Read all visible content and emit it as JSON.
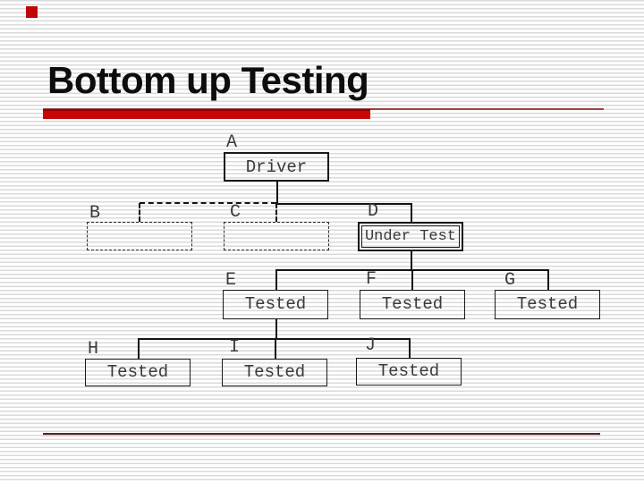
{
  "slide": {
    "title": "Bottom up Testing",
    "colors": {
      "bullet_red": "#c00606",
      "underline_thick_red": "#c90606",
      "underline_thick_red_edge": "#8f0000",
      "underline_thin_red": "#a04040",
      "footer_rule_dark": "#4e262e",
      "footer_rule_pink": "#e9c6c6",
      "background_stripe_gray": "#dadada",
      "diagram_ink": "#3a3a3a"
    }
  },
  "diagram": {
    "nodes": [
      {
        "id": "A",
        "label": "A",
        "box_text": "Driver",
        "style": "solid"
      },
      {
        "id": "B",
        "label": "B",
        "box_text": "",
        "style": "dashed"
      },
      {
        "id": "C",
        "label": "C",
        "box_text": "",
        "style": "dashed"
      },
      {
        "id": "D",
        "label": "D",
        "box_text": "Under Test",
        "style": "double"
      },
      {
        "id": "E",
        "label": "E",
        "box_text": "Tested",
        "style": "solid"
      },
      {
        "id": "F",
        "label": "F",
        "box_text": "Tested",
        "style": "solid"
      },
      {
        "id": "G",
        "label": "G",
        "box_text": "Tested",
        "style": "solid"
      },
      {
        "id": "H",
        "label": "H",
        "box_text": "Tested",
        "style": "solid"
      },
      {
        "id": "I",
        "label": "I",
        "box_text": "Tested",
        "style": "solid"
      },
      {
        "id": "J",
        "label": "J",
        "box_text": "Tested",
        "style": "solid"
      }
    ],
    "edges": [
      {
        "from": "A",
        "to": "B",
        "line": "dashed"
      },
      {
        "from": "A",
        "to": "C",
        "line": "dashed"
      },
      {
        "from": "A",
        "to": "D",
        "line": "solid"
      },
      {
        "from": "D",
        "to": "E",
        "line": "solid"
      },
      {
        "from": "D",
        "to": "F",
        "line": "solid"
      },
      {
        "from": "D",
        "to": "G",
        "line": "solid"
      },
      {
        "from": "E",
        "to": "H",
        "line": "solid"
      },
      {
        "from": "E",
        "to": "I",
        "line": "solid"
      },
      {
        "from": "E",
        "to": "J",
        "line": "solid"
      }
    ]
  }
}
